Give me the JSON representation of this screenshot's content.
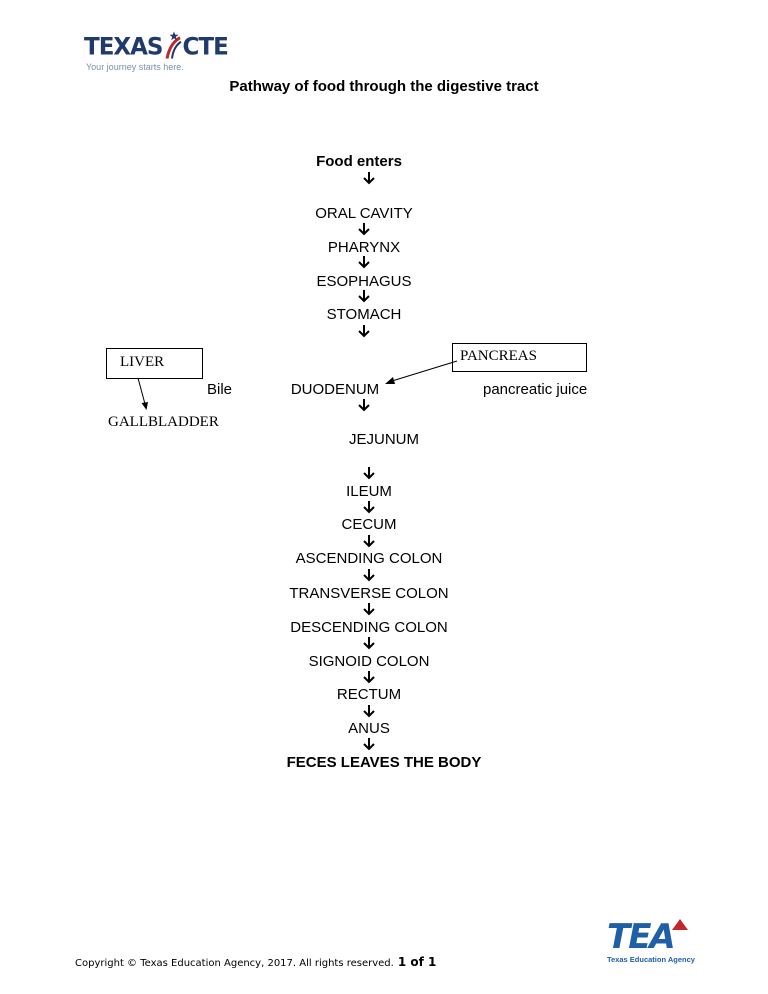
{
  "header": {
    "logo_left_word": "TEXAS",
    "logo_right_word": "CTE",
    "logo_tagline": "Your journey starts here.",
    "title": "Pathway of food through the digestive tract"
  },
  "flow": {
    "start": "Food enters",
    "oral_cavity": "ORAL CAVITY",
    "pharynx": "PHARYNX",
    "esophagus": "ESOPHAGUS",
    "stomach": "STOMACH",
    "duodenum": "DUODENUM",
    "jejunum": "JEJUNUM",
    "ileum": "ILEUM",
    "cecum": "CECUM",
    "ascending": "ASCENDING COLON",
    "transverse": "TRANSVERSE COLON",
    "descending": "DESCENDING COLON",
    "sigmoid": "SIGNOID COLON",
    "rectum": "RECTUM",
    "anus": "ANUS",
    "end": "FECES LEAVES THE BODY"
  },
  "side": {
    "liver": "LIVER",
    "bile": "Bile",
    "gallbladder": "GALLBLADDER",
    "pancreas": "PANCREAS",
    "pancreatic_juice": "pancreatic juice"
  },
  "footer": {
    "copyright": "Copyright © Texas Education Agency, 2017. All rights reserved.",
    "page": "1 of 1",
    "tea_mark": "TEA",
    "tea_name": "Texas Education Agency"
  },
  "colors": {
    "brand_blue": "#1f3a6b",
    "tea_blue": "#1f5fa8",
    "accent_red": "#c0282d"
  }
}
